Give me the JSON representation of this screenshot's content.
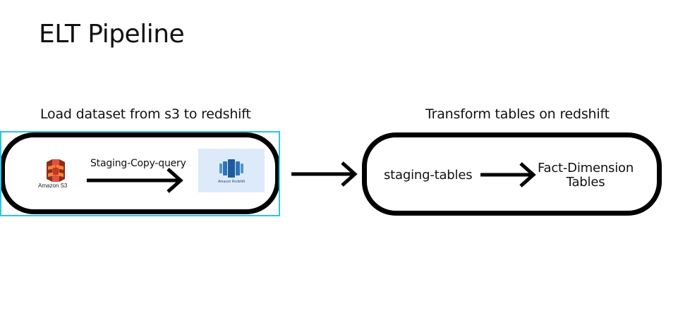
{
  "title": "ELT Pipeline",
  "sections": {
    "load": {
      "label": "Load dataset from s3 to redshift",
      "source": {
        "name": "Amazon S3",
        "icon": "amazon-s3-icon"
      },
      "edge_label": "Staging-Copy-query",
      "target": {
        "name": "Amazon Redshift",
        "icon": "amazon-redshift-icon"
      }
    },
    "transform": {
      "label": "Transform tables on redshift",
      "source": "staging-tables",
      "target_line1": "Fact-Dimension",
      "target_line2": "Tables"
    }
  },
  "colors": {
    "outline": "#000000",
    "selection": "#2cc7dd",
    "s3": "#d9472b",
    "redshift": "#205b99",
    "redshift_bg": "#ddeaf9"
  }
}
